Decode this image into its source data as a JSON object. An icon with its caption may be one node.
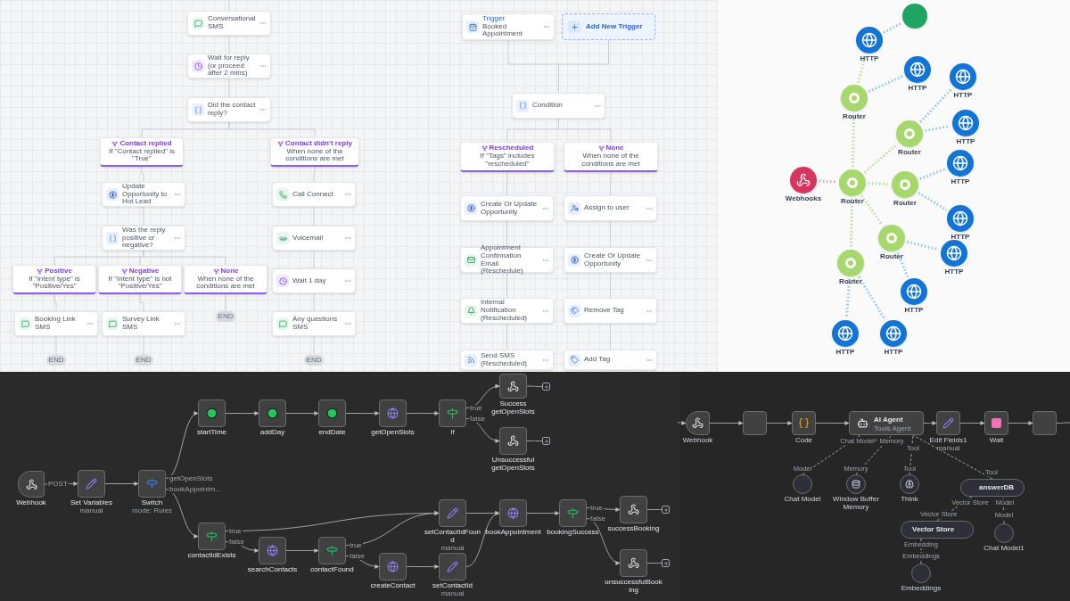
{
  "diagram": {
    "nodes": [
      {
        "text": [
          "Conversational SMS"
        ]
      },
      {
        "text": [
          "Wait for reply (or proceed after 2 mins)"
        ]
      },
      {
        "text": [
          "Did the contact reply?"
        ]
      },
      {
        "text": [
          "Contact replied",
          "If \"Contact replied\" is \"True\""
        ]
      },
      {
        "text": [
          "Contact didn't reply",
          "When none of the conditions are met"
        ]
      },
      {
        "text": [
          "Update Opportunity to Hot Lead"
        ]
      },
      {
        "text": [
          "Was the reply positive or negative?"
        ]
      },
      {
        "text": [
          "Positive",
          "If \"Intent type\" is \"Positive/Yes\""
        ]
      },
      {
        "text": [
          "Negative",
          "If \"Intent type\" is not \"Positive/Yes\""
        ]
      },
      {
        "text": [
          "None",
          "When none of the conditions are met"
        ]
      },
      {
        "text": [
          "Booking Link SMS"
        ]
      },
      {
        "text": [
          "END"
        ]
      },
      {
        "text": [
          "Survey Link SMS"
        ]
      },
      {
        "text": [
          "END"
        ]
      },
      {
        "text": [
          "END"
        ]
      },
      {
        "text": [
          "Call Connect"
        ]
      },
      {
        "text": [
          "Voicemail"
        ]
      },
      {
        "text": [
          "Wait 1 day"
        ]
      },
      {
        "text": [
          "Any questions SMS"
        ]
      },
      {
        "text": [
          "END"
        ]
      },
      {
        "text": [
          "Trigger",
          "Booked Appointment"
        ]
      },
      {
        "text": [
          "Add New Trigger"
        ]
      },
      {
        "text": [
          "Condition"
        ]
      },
      {
        "text": [
          "Rescheduled",
          "If \"Tags\" includes \"rescheduled\""
        ]
      },
      {
        "text": [
          "None",
          "When none of the conditions are met"
        ]
      },
      {
        "text": [
          "Create Or Update Opportunity"
        ]
      },
      {
        "text": [
          "Appointment Confirmation Email (Reschedule)"
        ]
      },
      {
        "text": [
          "Internal Notification (Rescheduled)"
        ]
      },
      {
        "text": [
          "Send SMS (Rescheduled)"
        ]
      },
      {
        "text": [
          "Assign to user"
        ]
      },
      {
        "text": [
          "Create Or Update Opportunity"
        ]
      },
      {
        "text": [
          "Remove Tag"
        ]
      },
      {
        "text": [
          "Add Tag"
        ]
      },
      {
        "text": [],
        "shape": "circle"
      },
      {
        "text": [
          "HTTP"
        ]
      },
      {
        "text": [
          "HTTP"
        ]
      },
      {
        "text": [
          "Router"
        ]
      },
      {
        "text": [
          "HTTP"
        ]
      },
      {
        "text": [
          "HTTP"
        ]
      },
      {
        "text": [
          "Router"
        ]
      },
      {
        "text": [
          "Webhooks"
        ]
      },
      {
        "text": [
          "Router"
        ]
      },
      {
        "text": [
          "Router"
        ]
      },
      {
        "text": [
          "HTTP"
        ]
      },
      {
        "text": [
          "HTTP"
        ]
      },
      {
        "text": [
          "Router"
        ]
      },
      {
        "text": [
          "HTTP"
        ]
      },
      {
        "text": [
          "HTTP"
        ]
      },
      {
        "text": [
          "Router"
        ]
      },
      {
        "text": [
          "HTTP"
        ]
      },
      {
        "text": [
          "HTTP"
        ]
      },
      {
        "text": [
          "Webhook"
        ]
      },
      {
        "text": [
          "Set Variables",
          "manual"
        ]
      },
      {
        "text": [
          "Switch",
          "mode: Rules"
        ]
      },
      {
        "text": [
          "startTime"
        ]
      },
      {
        "text": [
          "addDay"
        ]
      },
      {
        "text": [
          "endDate"
        ]
      },
      {
        "text": [
          "getOpenSlots"
        ]
      },
      {
        "text": [
          "If"
        ]
      },
      {
        "text": [
          "Success getOpenSlots"
        ]
      },
      {
        "text": [],
        "shape": "box"
      },
      {
        "text": [
          "Unsuccessful getOpenSlots"
        ]
      },
      {
        "text": [],
        "shape": "box"
      },
      {
        "text": [
          "contactIdExists"
        ]
      },
      {
        "text": [
          "searchContacts"
        ]
      },
      {
        "text": [
          "contactFound"
        ]
      },
      {
        "text": [
          "setContactIdFound",
          "manual"
        ]
      },
      {
        "text": [
          "createContact"
        ]
      },
      {
        "text": [
          "setContactId",
          "manual"
        ]
      },
      {
        "text": [
          "bookAppointment"
        ]
      },
      {
        "text": [
          "bookingSuccess"
        ]
      },
      {
        "text": [
          "successBooking"
        ]
      },
      {
        "text": [],
        "shape": "box"
      },
      {
        "text": [
          "unsuccessfulBooking"
        ]
      },
      {
        "text": [],
        "shape": "box"
      },
      {
        "text": [
          "Webhook"
        ]
      },
      {
        "text": [],
        "shape": "box"
      },
      {
        "text": [
          "Code"
        ]
      },
      {
        "text": [
          "AI Agent",
          "Tools Agent"
        ],
        "beside": [
          "Chat Model*",
          "Memory",
          "Tool"
        ]
      },
      {
        "text": [
          "Edit Fields1",
          "manual"
        ]
      },
      {
        "text": [
          "Wait"
        ]
      },
      {
        "text": [],
        "shape": "box"
      },
      {
        "text": [
          "Chat Model"
        ],
        "beside": [
          "Model"
        ]
      },
      {
        "text": [
          "Window Buffer Memory"
        ],
        "beside": [
          "Memory"
        ]
      },
      {
        "text": [
          "Think"
        ],
        "beside": [
          "Tool"
        ]
      },
      {
        "text": [
          "answerDB"
        ],
        "beside": [
          "Tool",
          "Vector Store",
          "Model"
        ]
      },
      {
        "text": [
          "Vector Store"
        ],
        "beside": [
          "Vector Store",
          "Embedding"
        ]
      },
      {
        "text": [
          "Chat Model1"
        ],
        "beside": [
          "Model"
        ]
      },
      {
        "text": [
          "Embeddings"
        ],
        "beside": [
          "Embeddings"
        ]
      }
    ],
    "edges": [
      {
        "from": null,
        "to": 0,
        "arrow": "none"
      },
      {
        "from": 0,
        "to": 1,
        "arrow": "none"
      },
      {
        "from": 1,
        "to": 2,
        "arrow": "none"
      },
      {
        "from": 2,
        "to": 3,
        "arrow": "none"
      },
      {
        "from": 2,
        "to": 4,
        "arrow": "none"
      },
      {
        "from": 3,
        "to": 5,
        "arrow": "none"
      },
      {
        "from": 5,
        "to": 6,
        "arrow": "none"
      },
      {
        "from": 6,
        "to": 7,
        "arrow": "none"
      },
      {
        "from": 6,
        "to": 8,
        "arrow": "none"
      },
      {
        "from": 6,
        "to": 9,
        "arrow": "none"
      },
      {
        "from": 7,
        "to": 10,
        "arrow": "none"
      },
      {
        "from": 10,
        "to": 11,
        "arrow": "none"
      },
      {
        "from": 8,
        "to": 12,
        "arrow": "none"
      },
      {
        "from": 12,
        "to": 13,
        "arrow": "none"
      },
      {
        "from": 9,
        "to": 14,
        "arrow": "none"
      },
      {
        "from": 4,
        "to": 15,
        "arrow": "none"
      },
      {
        "from": 15,
        "to": 16,
        "arrow": "none"
      },
      {
        "from": 16,
        "to": 17,
        "arrow": "none"
      },
      {
        "from": 17,
        "to": 18,
        "arrow": "none"
      },
      {
        "from": 18,
        "to": 19,
        "arrow": "none"
      },
      {
        "from": 20,
        "to": 22,
        "arrow": "none"
      },
      {
        "from": 21,
        "to": 22,
        "arrow": "none"
      },
      {
        "from": 22,
        "to": 23,
        "arrow": "none"
      },
      {
        "from": 22,
        "to": 24,
        "arrow": "none"
      },
      {
        "from": 23,
        "to": 25,
        "arrow": "none"
      },
      {
        "from": 25,
        "to": 26,
        "arrow": "none"
      },
      {
        "from": 26,
        "to": 27,
        "arrow": "none"
      },
      {
        "from": 27,
        "to": 28,
        "arrow": "none"
      },
      {
        "from": 24,
        "to": 29,
        "arrow": "none"
      },
      {
        "from": 29,
        "to": 30,
        "arrow": "none"
      },
      {
        "from": 30,
        "to": 31,
        "arrow": "none"
      },
      {
        "from": 31,
        "to": 32,
        "arrow": "none"
      },
      {
        "from": 40,
        "to": 41,
        "arrow": "none",
        "style": "dashed",
        "color": "#e8a0b4"
      },
      {
        "from": 41,
        "to": 36,
        "arrow": "none",
        "style": "dashed",
        "color": "#b9dc9c"
      },
      {
        "from": 41,
        "to": 39,
        "arrow": "none",
        "style": "dashed",
        "color": "#b9dc9c"
      },
      {
        "from": 41,
        "to": 42,
        "arrow": "none",
        "style": "dashed",
        "color": "#b9dc9c"
      },
      {
        "from": 41,
        "to": 45,
        "arrow": "none",
        "style": "dashed",
        "color": "#b9dc9c"
      },
      {
        "from": 41,
        "to": 48,
        "arrow": "none",
        "style": "dashed",
        "color": "#b9dc9c"
      },
      {
        "from": 36,
        "to": 34,
        "arrow": "none",
        "style": "dashed",
        "color": "#b9dc9c"
      },
      {
        "from": 34,
        "to": 33,
        "arrow": "none",
        "style": "dashed",
        "color": "#8ec5ea"
      },
      {
        "from": 36,
        "to": 35,
        "arrow": "none",
        "style": "dashed",
        "color": "#8ec5ea"
      },
      {
        "from": 39,
        "to": 37,
        "arrow": "none",
        "style": "dashed",
        "color": "#8ec5ea"
      },
      {
        "from": 39,
        "to": 38,
        "arrow": "none",
        "style": "dashed",
        "color": "#8ec5ea"
      },
      {
        "from": 42,
        "to": 43,
        "arrow": "none",
        "style": "dashed",
        "color": "#8ec5ea"
      },
      {
        "from": 42,
        "to": 44,
        "arrow": "none",
        "style": "dashed",
        "color": "#8ec5ea"
      },
      {
        "from": 45,
        "to": 46,
        "arrow": "none",
        "style": "dashed",
        "color": "#8ec5ea"
      },
      {
        "from": 45,
        "to": 47,
        "arrow": "none",
        "style": "dashed",
        "color": "#8ec5ea"
      },
      {
        "from": 48,
        "to": 49,
        "arrow": "none",
        "style": "dashed",
        "color": "#8ec5ea"
      },
      {
        "from": 48,
        "to": 50,
        "arrow": "none",
        "style": "dashed",
        "color": "#8ec5ea"
      },
      {
        "from": 51,
        "to": 52,
        "arrow": "to",
        "label": "POST"
      },
      {
        "from": 52,
        "to": 53,
        "arrow": "to"
      },
      {
        "from": 53,
        "to": 54,
        "arrow": "to",
        "label": "getOpenSlots"
      },
      {
        "from": 53,
        "to": 63,
        "arrow": "to",
        "label": "bookAppointm..."
      },
      {
        "from": 54,
        "to": 55,
        "arrow": "to"
      },
      {
        "from": 55,
        "to": 56,
        "arrow": "to"
      },
      {
        "from": 56,
        "to": 57,
        "arrow": "to"
      },
      {
        "from": 57,
        "to": 58,
        "arrow": "to"
      },
      {
        "from": 58,
        "to": 59,
        "arrow": "to",
        "label": "true"
      },
      {
        "from": 58,
        "to": 61,
        "arrow": "to",
        "label": "false"
      },
      {
        "from": 59,
        "to": 60,
        "arrow": "none"
      },
      {
        "from": 61,
        "to": 62,
        "arrow": "none"
      },
      {
        "from": 63,
        "to": 66,
        "arrow": "to",
        "label": "true"
      },
      {
        "from": 63,
        "to": 64,
        "arrow": "to",
        "label": "false"
      },
      {
        "from": 64,
        "to": 65,
        "arrow": "to"
      },
      {
        "from": 65,
        "to": 66,
        "arrow": "to",
        "label": "true"
      },
      {
        "from": 65,
        "to": 67,
        "arrow": "to",
        "label": "false"
      },
      {
        "from": 67,
        "to": 68,
        "arrow": "to"
      },
      {
        "from": 66,
        "to": 69,
        "arrow": "to"
      },
      {
        "from": 68,
        "to": 69,
        "arrow": "to"
      },
      {
        "from": 69,
        "to": 70,
        "arrow": "to"
      },
      {
        "from": 70,
        "to": 71,
        "arrow": "to",
        "label": "true"
      },
      {
        "from": 70,
        "to": 73,
        "arrow": "to",
        "label": "false"
      },
      {
        "from": 71,
        "to": 72,
        "arrow": "none"
      },
      {
        "from": 73,
        "to": 74,
        "arrow": "none"
      },
      {
        "from": null,
        "to": 75,
        "arrow": "to"
      },
      {
        "from": 75,
        "to": 76,
        "arrow": "to"
      },
      {
        "from": 76,
        "to": 77,
        "arrow": "to"
      },
      {
        "from": 77,
        "to": 78,
        "arrow": "to"
      },
      {
        "from": 78,
        "to": 79,
        "arrow": "to"
      },
      {
        "from": 79,
        "to": 80,
        "arrow": "to"
      },
      {
        "from": 80,
        "to": 81,
        "arrow": "to"
      },
      {
        "from": 81,
        "to": null,
        "arrow": "none"
      },
      {
        "from": 82,
        "to": 78,
        "arrow": "none",
        "style": "dashed"
      },
      {
        "from": 83,
        "to": 78,
        "arrow": "none",
        "style": "dashed"
      },
      {
        "from": 84,
        "to": 78,
        "arrow": "none",
        "style": "dashed"
      },
      {
        "from": 85,
        "to": 78,
        "arrow": "none",
        "style": "dashed"
      },
      {
        "from": 86,
        "to": 85,
        "arrow": "none",
        "style": "dashed"
      },
      {
        "from": 87,
        "to": 85,
        "arrow": "none",
        "style": "dashed"
      },
      {
        "from": 88,
        "to": 86,
        "arrow": "none",
        "style": "dashed"
      }
    ]
  }
}
